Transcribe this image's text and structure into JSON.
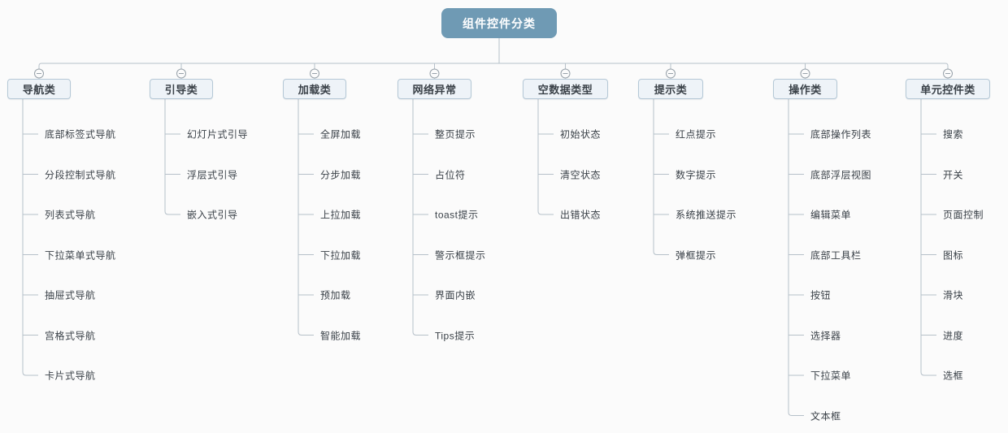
{
  "diagram": {
    "root": {
      "label": "组件控件分类"
    },
    "branches": [
      {
        "label": "导航类",
        "children": [
          "底部标签式导航",
          "分段控制式导航",
          "列表式导航",
          "下拉菜单式导航",
          "抽屉式导航",
          "宫格式导航",
          "卡片式导航"
        ]
      },
      {
        "label": "引导类",
        "children": [
          "幻灯片式引导",
          "浮层式引导",
          "嵌入式引导"
        ]
      },
      {
        "label": "加载类",
        "children": [
          "全屏加载",
          "分步加载",
          "上拉加载",
          "下拉加载",
          "预加载",
          "智能加载"
        ]
      },
      {
        "label": "网络异常",
        "children": [
          "整页提示",
          "占位符",
          "toast提示",
          "警示框提示",
          "界面内嵌",
          "Tips提示"
        ]
      },
      {
        "label": "空数据类型",
        "children": [
          "初始状态",
          "清空状态",
          "出错状态"
        ]
      },
      {
        "label": "提示类",
        "children": [
          "红点提示",
          "数字提示",
          "系统推送提示",
          "弹框提示"
        ]
      },
      {
        "label": "操作类",
        "children": [
          "底部操作列表",
          "底部浮层视图",
          "编辑菜单",
          "底部工具栏",
          "按钮",
          "选择器",
          "下拉菜单",
          "文本框"
        ]
      },
      {
        "label": "单元控件类",
        "children": [
          "搜索",
          "开关",
          "页面控制",
          "图标",
          "滑块",
          "进度",
          "选框"
        ]
      }
    ],
    "collapse_icon_glyph": "minus-circle",
    "colors": {
      "background": "#fbfbfb",
      "root_fill": "#6f9ab4",
      "root_text": "#ffffff",
      "branch_fill": "#eef3f8",
      "branch_border": "#b5c8d6",
      "text": "#3a4148",
      "line": "#b6c0c9",
      "collapse_icon": "#97a1a9"
    }
  }
}
